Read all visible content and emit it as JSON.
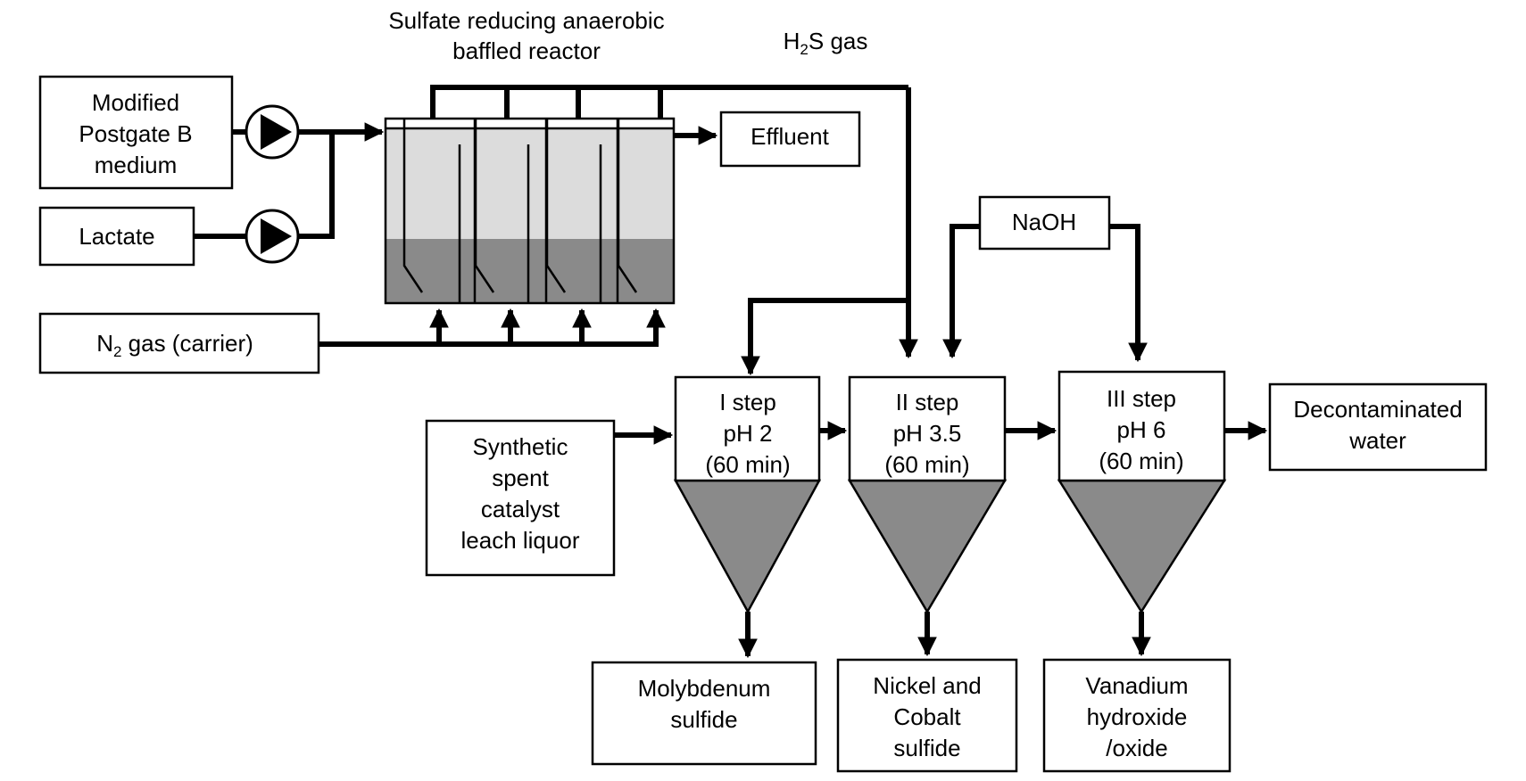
{
  "reactor": {
    "title_line1": "Sulfate reducing anaerobic",
    "title_line2": "baffled reactor"
  },
  "h2s_gas": {
    "main": "H",
    "sub": "2",
    "rest": "S gas"
  },
  "inputs": {
    "medium": [
      "Modified",
      "Postgate B",
      "medium"
    ],
    "lactate": "Lactate",
    "n2": {
      "main": "N",
      "sub": "2",
      "rest": " gas (carrier)"
    },
    "leach": [
      "Synthetic",
      "spent",
      "catalyst",
      "leach liquor"
    ]
  },
  "effluent": "Effluent",
  "naoh": "NaOH",
  "steps": [
    {
      "line1": "I step",
      "line2": "pH 2",
      "line3": "(60 min)"
    },
    {
      "line1": "II step",
      "line2": "pH 3.5",
      "line3": "(60 min)"
    },
    {
      "line1": "III step",
      "line2": "pH 6",
      "line3": "(60 min)"
    }
  ],
  "output_water": [
    "Decontaminated",
    "water"
  ],
  "products": [
    [
      "Molybdenum",
      "sulfide"
    ],
    [
      "Nickel and",
      "Cobalt",
      "sulfide"
    ],
    [
      "Vanadium",
      "hydroxide",
      "/oxide"
    ]
  ],
  "colors": {
    "liquid_light": "#dcdcdc",
    "liquid_dark": "#8a8a8a",
    "sludge": "#8a8a8a",
    "line": "#000000"
  }
}
